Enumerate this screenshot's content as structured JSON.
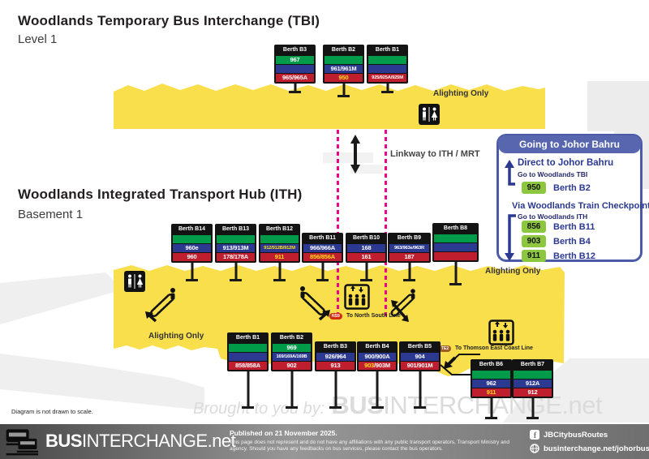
{
  "tbi": {
    "title": "Woodlands Temporary Bus Interchange (TBI)",
    "level": "Level 1",
    "alighting": "Alighting Only",
    "berths": [
      {
        "name": "Berth B3",
        "bands": [
          {
            "c": "green",
            "parts": [
              {
                "t": "967"
              }
            ]
          },
          {
            "c": "blue",
            "parts": [
              {
                "t": ""
              }
            ]
          },
          {
            "c": "red",
            "parts": [
              {
                "t": "965/965A"
              }
            ]
          }
        ]
      },
      {
        "name": "Berth B2",
        "bands": [
          {
            "c": "green",
            "parts": [
              {
                "t": ""
              }
            ]
          },
          {
            "c": "blue",
            "parts": [
              {
                "t": "961/961M"
              }
            ]
          },
          {
            "c": "red",
            "parts": [
              {
                "t": "950",
                "y": true
              }
            ]
          }
        ]
      },
      {
        "name": "Berth B1",
        "bands": [
          {
            "c": "green",
            "parts": [
              {
                "t": ""
              }
            ]
          },
          {
            "c": "blue",
            "parts": [
              {
                "t": ""
              }
            ]
          },
          {
            "c": "red",
            "parts": [
              {
                "t": "925/925A/925M"
              }
            ]
          }
        ]
      }
    ]
  },
  "linkway": {
    "label": "Linkway to ITH / MRT"
  },
  "ith": {
    "title": "Woodlands Integrated Transport Hub (ITH)",
    "level": "Basement 1",
    "alighting_right": "Alighting Only",
    "alighting_left": "Alighting Only",
    "ns_line": {
      "badge": "NS9",
      "label": "To North South Line"
    },
    "te_line": {
      "badge": "TE2",
      "label": "To Thomson East Coast Line"
    },
    "upper_berths": [
      {
        "name": "Berth B14",
        "bands": [
          {
            "c": "green",
            "parts": [
              {
                "t": ""
              }
            ]
          },
          {
            "c": "blue",
            "parts": [
              {
                "t": "960e"
              }
            ]
          },
          {
            "c": "red",
            "parts": [
              {
                "t": "960"
              }
            ]
          }
        ]
      },
      {
        "name": "Berth B13",
        "bands": [
          {
            "c": "green",
            "parts": [
              {
                "t": ""
              }
            ]
          },
          {
            "c": "blue",
            "parts": [
              {
                "t": "913/913M"
              }
            ]
          },
          {
            "c": "red",
            "parts": [
              {
                "t": "178/178A"
              }
            ]
          }
        ]
      },
      {
        "name": "Berth B12",
        "bands": [
          {
            "c": "green",
            "parts": [
              {
                "t": ""
              }
            ]
          },
          {
            "c": "blue",
            "parts": [
              {
                "t": "912/912B/912M",
                "y": true
              }
            ]
          },
          {
            "c": "red",
            "parts": [
              {
                "t": "911",
                "y": true
              }
            ]
          }
        ]
      },
      {
        "name": "Berth B11",
        "bands": [
          {
            "c": "blue",
            "parts": [
              {
                "t": "966/966A"
              }
            ]
          },
          {
            "c": "red",
            "parts": [
              {
                "t": "856/856A",
                "y": true
              }
            ]
          }
        ]
      },
      {
        "name": "Berth B10",
        "bands": [
          {
            "c": "blue",
            "parts": [
              {
                "t": "168"
              }
            ]
          },
          {
            "c": "red",
            "parts": [
              {
                "t": "161"
              }
            ]
          }
        ]
      },
      {
        "name": "Berth B9",
        "bands": [
          {
            "c": "blue",
            "parts": [
              {
                "t": "963/963e/963R"
              }
            ]
          },
          {
            "c": "red",
            "parts": [
              {
                "t": "187"
              }
            ]
          }
        ]
      },
      {
        "name": "Berth B8",
        "bands": [
          {
            "c": "green",
            "parts": [
              {
                "t": ""
              }
            ]
          },
          {
            "c": "blue",
            "parts": [
              {
                "t": ""
              }
            ]
          },
          {
            "c": "red",
            "parts": [
              {
                "t": ""
              }
            ]
          }
        ]
      }
    ],
    "lower_berths": [
      {
        "name": "Berth B1",
        "bands": [
          {
            "c": "green",
            "parts": [
              {
                "t": ""
              }
            ]
          },
          {
            "c": "blue",
            "parts": [
              {
                "t": ""
              }
            ]
          },
          {
            "c": "red",
            "parts": [
              {
                "t": "858/858A"
              }
            ]
          }
        ]
      },
      {
        "name": "Berth B2",
        "bands": [
          {
            "c": "green",
            "parts": [
              {
                "t": "969"
              }
            ]
          },
          {
            "c": "blue",
            "parts": [
              {
                "t": "169/169A/169B"
              }
            ]
          },
          {
            "c": "red",
            "parts": [
              {
                "t": "902"
              }
            ]
          }
        ]
      },
      {
        "name": "Berth B3",
        "bands": [
          {
            "c": "blue",
            "parts": [
              {
                "t": "926/964"
              }
            ]
          },
          {
            "c": "red",
            "parts": [
              {
                "t": "913"
              }
            ]
          }
        ]
      },
      {
        "name": "Berth B4",
        "bands": [
          {
            "c": "blue",
            "parts": [
              {
                "t": "900/900A"
              }
            ]
          },
          {
            "c": "red",
            "parts": [
              {
                "t": "903",
                "y": true
              },
              {
                "t": "/903M"
              }
            ]
          }
        ]
      },
      {
        "name": "Berth B5",
        "bands": [
          {
            "c": "blue",
            "parts": [
              {
                "t": "904"
              }
            ]
          },
          {
            "c": "red",
            "parts": [
              {
                "t": "901/901M"
              }
            ]
          }
        ]
      },
      {
        "name": "Berth B6",
        "bands": [
          {
            "c": "green",
            "parts": [
              {
                "t": ""
              }
            ]
          },
          {
            "c": "blue",
            "parts": [
              {
                "t": "962"
              }
            ]
          },
          {
            "c": "red",
            "parts": [
              {
                "t": "911",
                "y": true
              }
            ]
          }
        ]
      },
      {
        "name": "Berth B7",
        "bands": [
          {
            "c": "green",
            "parts": [
              {
                "t": ""
              }
            ]
          },
          {
            "c": "blue",
            "parts": [
              {
                "t": "912A"
              }
            ]
          },
          {
            "c": "red",
            "parts": [
              {
                "t": "912"
              }
            ]
          }
        ]
      }
    ]
  },
  "jb_panel": {
    "title": "Going to Johor Bahru",
    "direct": {
      "heading": "Direct to Johor Bahru",
      "sub": "Go to Woodlands TBI",
      "services": [
        {
          "number": "950",
          "berth": "Berth B2"
        }
      ]
    },
    "via": {
      "heading": "Via Woodlands Train Checkpoint",
      "sub": "Go to Woodlands ITH",
      "services": [
        {
          "number": "856",
          "berth": "Berth B11"
        },
        {
          "number": "903",
          "berth": "Berth B4"
        },
        {
          "number": "911",
          "berth": "Berth B12"
        }
      ]
    }
  },
  "watermark": {
    "prefix": "Brought to you by:",
    "brand_bold": "BUS",
    "brand_rest": "INTERCHANGE.net"
  },
  "note": "Diagram is not drawn to scale.",
  "footer": {
    "brand_bold": "BUS",
    "brand_rest": "INTERCHANGE.net",
    "published": "Published on 21 November 2025.",
    "disclaimer": "This page does not represent and do not have any affiliations with any public transport operators, Transport Ministry and agency. Should you have any feedbacks on bus services, please contact the bus operators.",
    "facebook": "JBCitybusRoutes",
    "website": "businterchange.net/johorbus"
  },
  "colors": {
    "yellow": "#F9DF4B",
    "band_green": "#009B48",
    "band_blue": "#2B3990",
    "band_red": "#BE1E2D",
    "service_yellow": "#FFDE17",
    "badge_green": "#8DC63F",
    "dashed_pink": "#EC008C",
    "panel_blue": "#5766AE",
    "ns9_red": "#D42E12",
    "te2_brown": "#9D5B25"
  }
}
